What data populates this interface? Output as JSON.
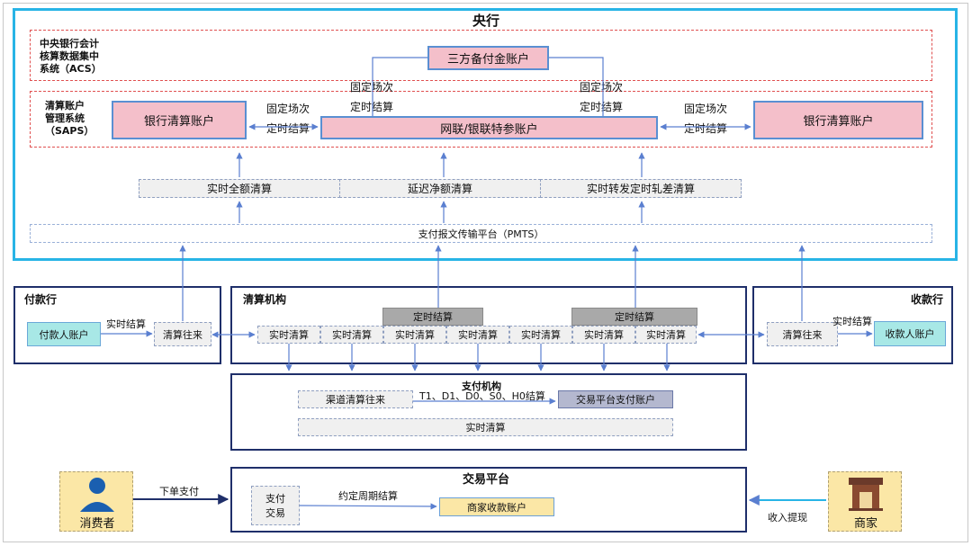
{
  "central_bank": {
    "title": "央行",
    "acs_label": [
      "中央银行会计",
      "核算数据集中",
      "系统（ACS）"
    ],
    "saps_label": [
      "清算账户",
      "管理系统",
      "（SAPS）"
    ],
    "third_party_account": "三方备付金账户",
    "bank_account_left": "银行清算账户",
    "bank_account_right": "银行清算账户",
    "special_account": "网联/银联特参账户",
    "fixed_session_1": [
      "固定场次",
      "定时结算"
    ],
    "fixed_session_2": [
      "固定场次",
      "定时结算"
    ],
    "fixed_session_3": [
      "固定场次",
      "定时结算"
    ],
    "fixed_session_4": [
      "固定场次",
      "定时结算"
    ],
    "settle_modes": [
      "实时全额清算",
      "延迟净额清算",
      "实时转发定时轧差清算"
    ],
    "pmts": "支付报文传输平台（PMTS）"
  },
  "payer_bank": {
    "title": "付款行",
    "payer_account": "付款人账户",
    "realtime_settle": "实时结算",
    "clearing": "清算往来"
  },
  "clearing_org": {
    "title": "清算机构",
    "scheduled_1": "定时结算",
    "scheduled_2": "定时结算",
    "cells": [
      "实时清算",
      "实时清算",
      "实时清算",
      "实时清算",
      "实时清算",
      "实时清算",
      "实时清算"
    ]
  },
  "payee_bank": {
    "title": "收款行",
    "clearing": "清算往来",
    "realtime_settle": "实时结算",
    "payee_account": "收款人账户"
  },
  "payment_org": {
    "title": "支付机构",
    "channel_clearing": "渠道清算往来",
    "settle_cycles": "T1、D1、D0、S0、H0结算",
    "platform_account": "交易平台支付账户",
    "realtime_clearing": "实时清算"
  },
  "trade_platform": {
    "title": "交易平台",
    "pay_trade": [
      "支付",
      "交易"
    ],
    "agreed_cycle": "约定周期结算",
    "merchant_account": "商家收款账户"
  },
  "consumer": {
    "label": "消费者",
    "action": "下单支付"
  },
  "merchant": {
    "label": "商家",
    "action": "收入提现"
  },
  "colors": {
    "central_border": "#28b4e6",
    "navy": "#1f2f6a",
    "arrow": "#5a7fd0",
    "pink": "#f4bfca",
    "teal": "#a8e8e6",
    "yellow": "#fbe7a6"
  }
}
